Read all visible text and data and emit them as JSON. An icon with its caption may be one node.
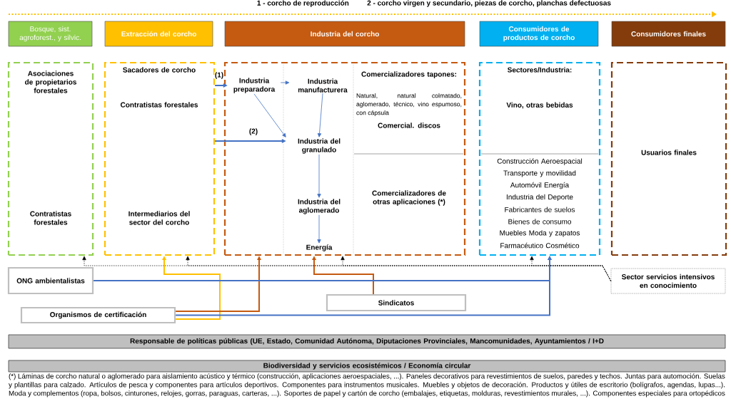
{
  "diagram": {
    "nodes": [
      {
        "text": [
          "Bosque, sist. agroforest., y silvic."
        ]
      },
      {
        "text": [
          "Extracción del corcho"
        ]
      },
      {
        "text": [
          "Industria del corcho"
        ]
      },
      {
        "text": [
          "Consumidores de productos de corcho"
        ]
      },
      {
        "text": [
          "Consumidores finales"
        ]
      },
      {
        "text": [
          "Asociaciones de propietarios forestales",
          "Contratistas forestales"
        ]
      },
      {
        "text": [
          "Sacadores de corcho",
          "Contratistas forestales",
          "Intermediarios del sector del corcho"
        ]
      },
      {
        "text": [],
        "shape": "box"
      },
      {
        "text": [
          "Industria preparadora"
        ],
        "in": 7
      },
      {
        "text": [
          "Industria manufacturera"
        ],
        "in": 7
      },
      {
        "text": [
          "Industria del granulado"
        ],
        "in": 7
      },
      {
        "text": [
          "Industria del aglomerado"
        ],
        "in": 7
      },
      {
        "text": [
          "Energía"
        ],
        "in": 7
      },
      {
        "text": [
          "Comercializadores tapones:",
          "Natural, natural colmatado, aglomerado, técnico, vino espumoso, con cápsula",
          "Comercial. discos"
        ],
        "in": 7
      },
      {
        "text": [
          "Comercializadores de otras aplicaciones (*)"
        ],
        "in": 7
      },
      {
        "text": [
          "Sectores/Industria:",
          "Vino, otras bebidas",
          "Construcción Aeroespacial",
          "Transporte y movilidad",
          "Automóvil Energía",
          "Industria del Deporte",
          "Fabricantes de suelos",
          "Bienes de consumo",
          "Muebles Moda y zapatos",
          "Farmacéutico Cosmético"
        ]
      },
      {
        "text": [
          "Usuarios finales"
        ]
      },
      {
        "text": [
          "ONG ambientalistas"
        ]
      },
      {
        "text": [
          "Organismos de certificación"
        ]
      },
      {
        "text": [
          "Sindicatos"
        ]
      },
      {
        "text": [
          "Sector servicios intensivos en conocimiento"
        ]
      },
      {
        "text": [
          "Responsable de políticas públicas (UE, Estado, Comunidad Autónoma, Diputaciones Provinciales, Mancomunidades, Ayuntamientos  /  I+D"
        ]
      },
      {
        "text": [
          "Biodiversidad y servicios ecosistémicos / Economía circular"
        ]
      }
    ],
    "edges": [
      {
        "from": 6,
        "to": 8,
        "arrow": "to",
        "label": "(1)"
      },
      {
        "from": 6,
        "to": 10,
        "arrow": "to",
        "label": "(2)"
      },
      {
        "from": 8,
        "to": 9,
        "arrow": "to"
      },
      {
        "from": 8,
        "to": 10,
        "arrow": "to"
      },
      {
        "from": 9,
        "to": 10,
        "arrow": "to"
      },
      {
        "from": 10,
        "to": 11,
        "arrow": "to"
      },
      {
        "from": 11,
        "to": 12,
        "arrow": "to"
      },
      {
        "from": 20,
        "to": 5,
        "arrow": "to",
        "style": "dashed",
        "color": "#000000"
      },
      {
        "from": 20,
        "to": 6,
        "arrow": "to",
        "style": "dashed",
        "color": "#000000"
      },
      {
        "from": 20,
        "to": 7,
        "arrow": "to",
        "style": "dashed",
        "color": "#000000"
      },
      {
        "from": 20,
        "to": 15,
        "arrow": "to",
        "style": "dashed",
        "color": "#000000"
      },
      {
        "from": 18,
        "to": 6,
        "arrow": "to",
        "color": "#ffc000"
      },
      {
        "from": 18,
        "to": 7,
        "arrow": "to",
        "color": "#c55a11"
      },
      {
        "from": 19,
        "to": 7,
        "arrow": "to",
        "color": "#c55a11"
      },
      {
        "from": 17,
        "to": 15,
        "arrow": "to"
      },
      {
        "from": 18,
        "to": 15,
        "arrow": "to"
      }
    ],
    "labels": [
      "1 - corcho de reproducción",
      "2 - corcho virgen y secundario, piezas de corcho, planchas defectuosas",
      "(*) Láminas de corcho natural o aglomerado para aislamiento acústico y térmico (construcción, aplicaciones aeroespaciales, ...). Paneles decorativos para revestimientos de suelos, paredes y techos. Juntas para automoción. Suelas y plantillas para calzado. Artículos de pesca y componentes para artículos deportivos. Componentes para instrumentos musicales. Muebles y objetos de decoración. Productos y útiles de escritorio (bolígrafos, agendas, lupas...). Moda y complementos (ropa, bolsos, cinturones, relojes, gorras, paraguas, carteras, ...). Soportes de papel y cartón de corcho (embalajes, etiquetas, molduras, revestimientos murales, ...). Componentes especiales para ortopédicos"
    ]
  }
}
